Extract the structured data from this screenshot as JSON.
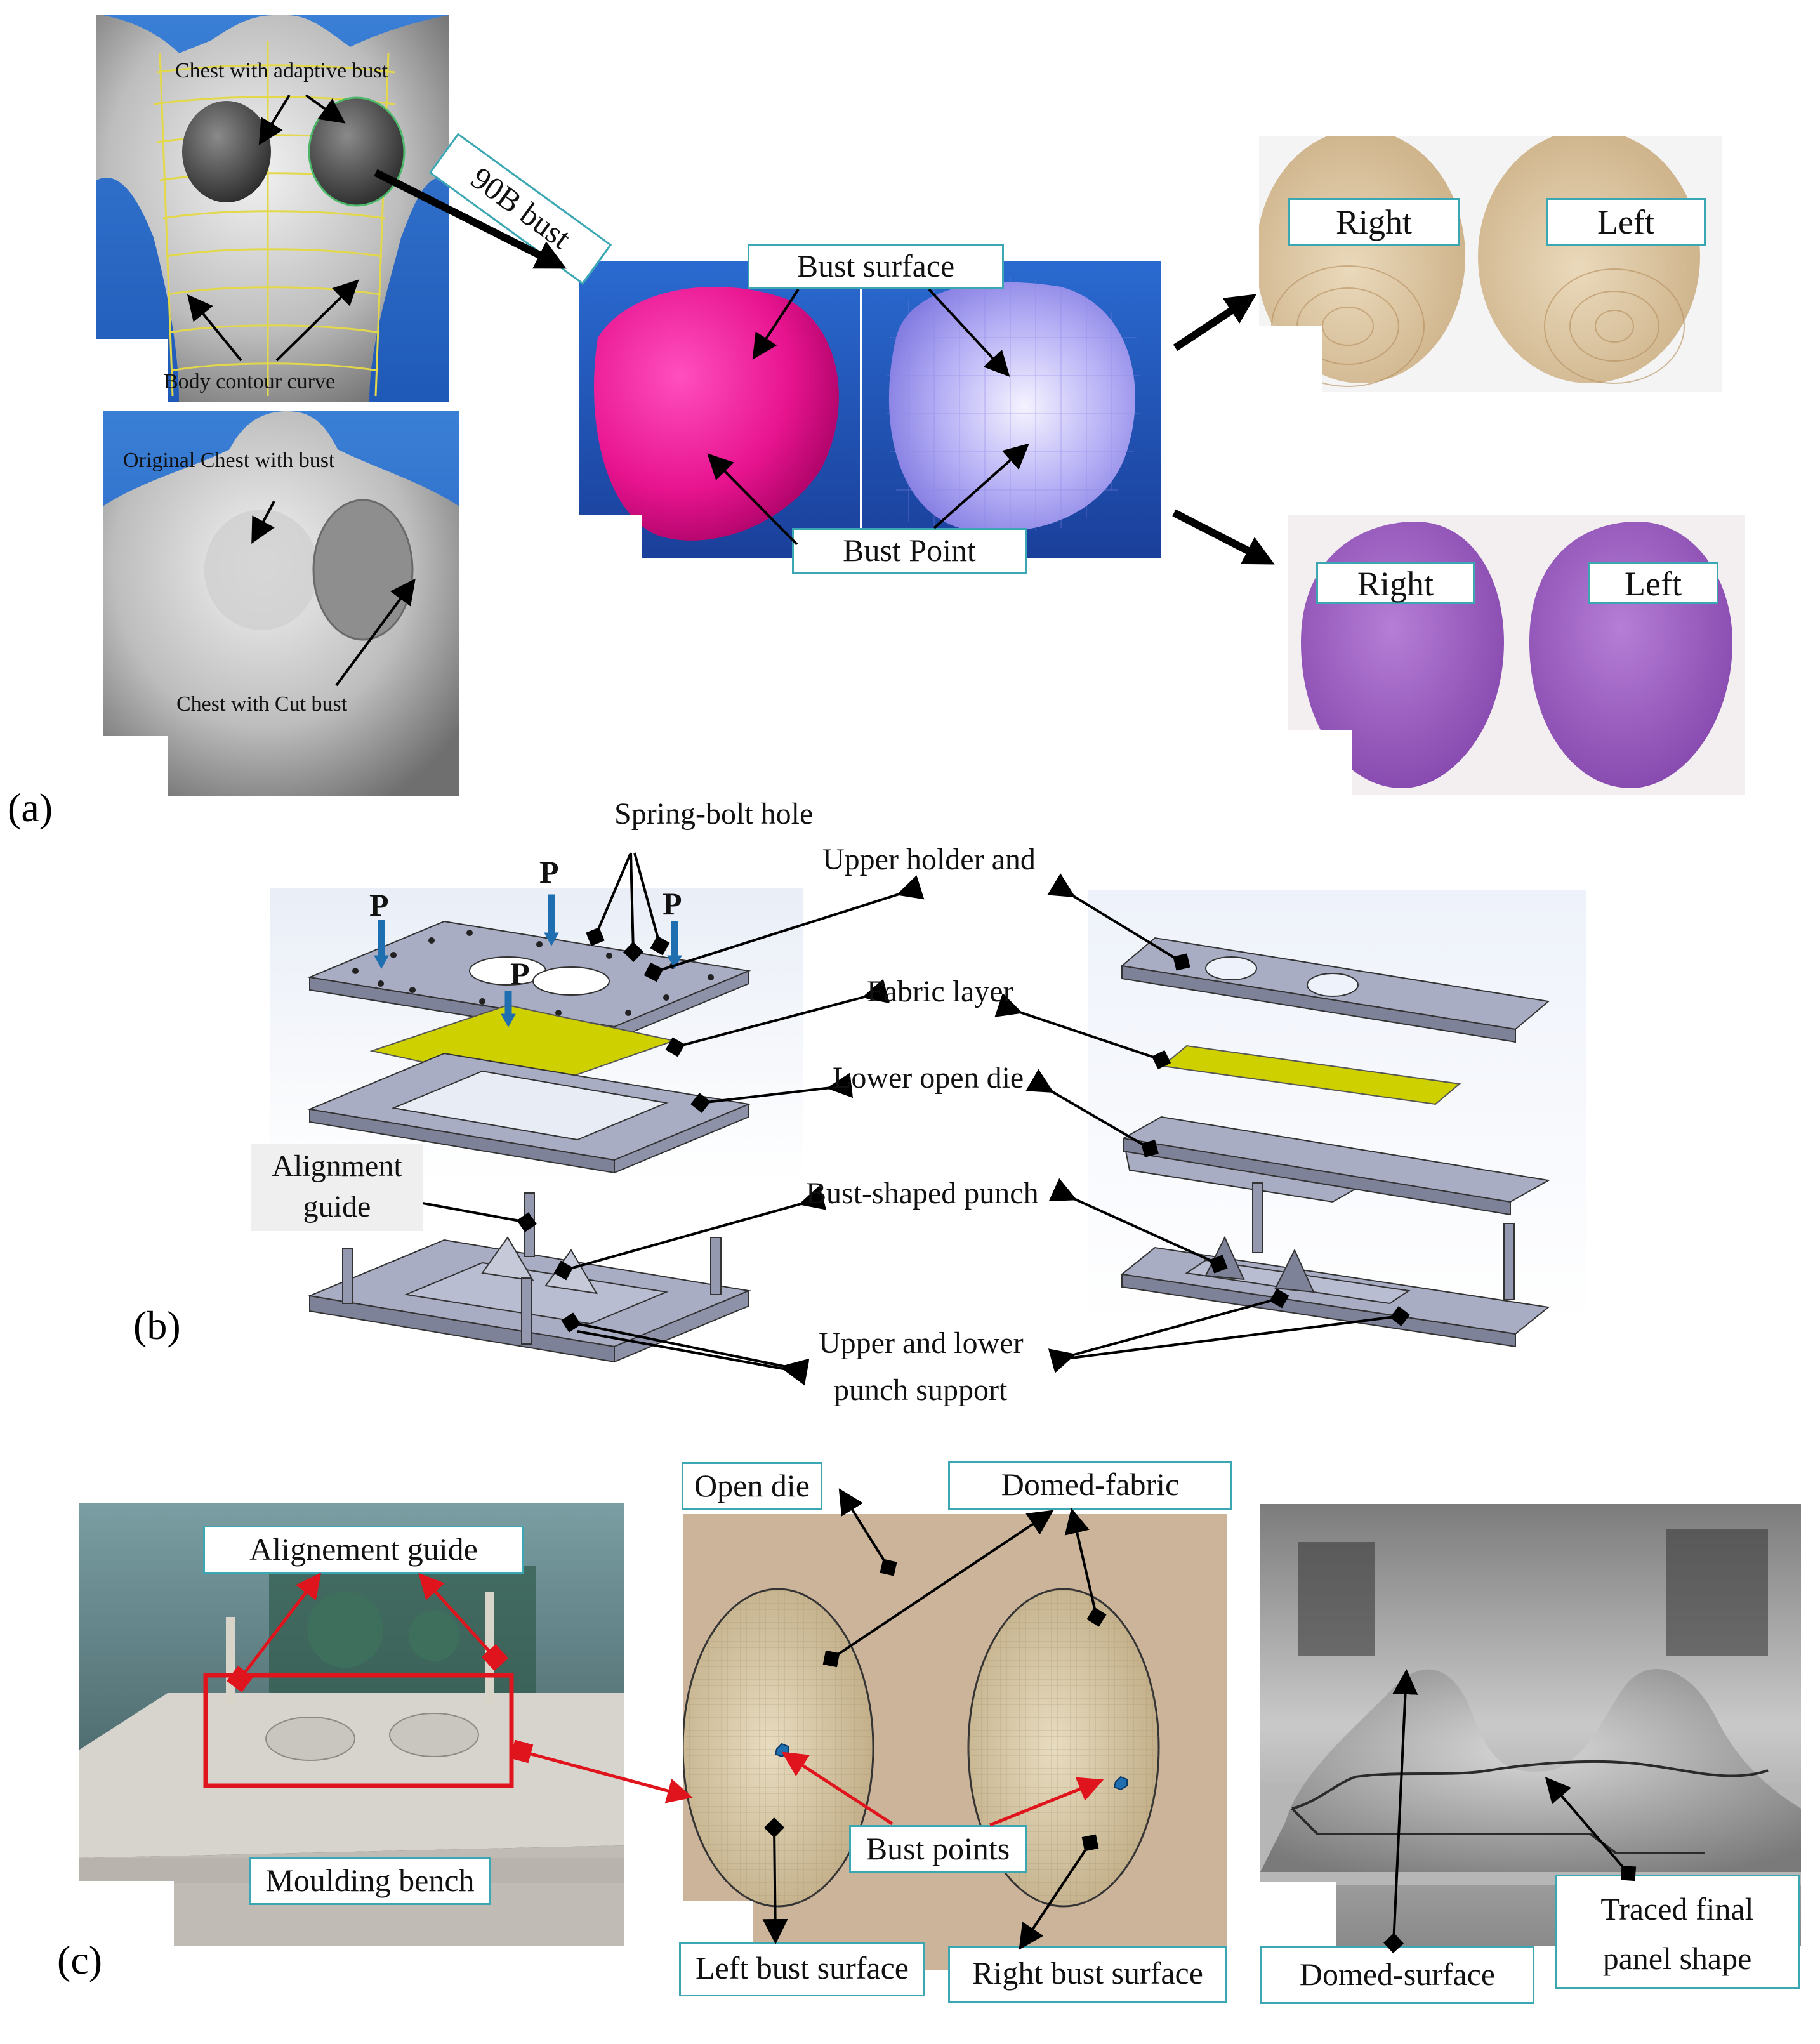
{
  "panels": {
    "a": "(a)",
    "b": "(b)",
    "c": "(c)"
  },
  "panel_a": {
    "torso_top": {
      "label_adaptive": "Chest with adaptive bust",
      "label_contour": "Body contour curve"
    },
    "torso_bottom": {
      "label_original": "Original Chest with bust",
      "label_cut": "Chest with Cut bust"
    },
    "callout_90b": "90B bust",
    "bust_surface": "Bust surface",
    "bust_point": "Bust Point",
    "wood": {
      "right": "Right",
      "left": "Left"
    },
    "foam": {
      "right": "Right",
      "left": "Left"
    }
  },
  "panel_b": {
    "force_symbol": "P",
    "spring_bolt_hole": "Spring-bolt hole",
    "upper_holder": "Upper holder and",
    "fabric_layer": "Fabric layer",
    "lower_open_die": "Lower open die",
    "alignment_guide_1": "Alignment",
    "alignment_guide_2": "guide",
    "bust_shaped_punch": "Bust-shaped punch",
    "punch_support_1": "Upper and lower",
    "punch_support_2": "punch support"
  },
  "panel_c": {
    "alignment_guide": "Alignement guide",
    "moulding_bench": "Moulding bench",
    "open_die": "Open die",
    "domed_fabric": "Domed-fabric",
    "bust_points": "Bust points",
    "left_bust_surface": "Left bust surface",
    "right_bust_surface": "Right bust surface",
    "domed_surface": "Domed-surface",
    "traced_1": "Traced final",
    "traced_2": "panel shape"
  },
  "colors": {
    "label_border": "#3aa7b3",
    "magenta": "#e8148f",
    "lavender": "#9c95f0",
    "fabric": "#cfd000",
    "red_arrow": "#e0141c",
    "blue_arrow": "#1f6fb0"
  }
}
